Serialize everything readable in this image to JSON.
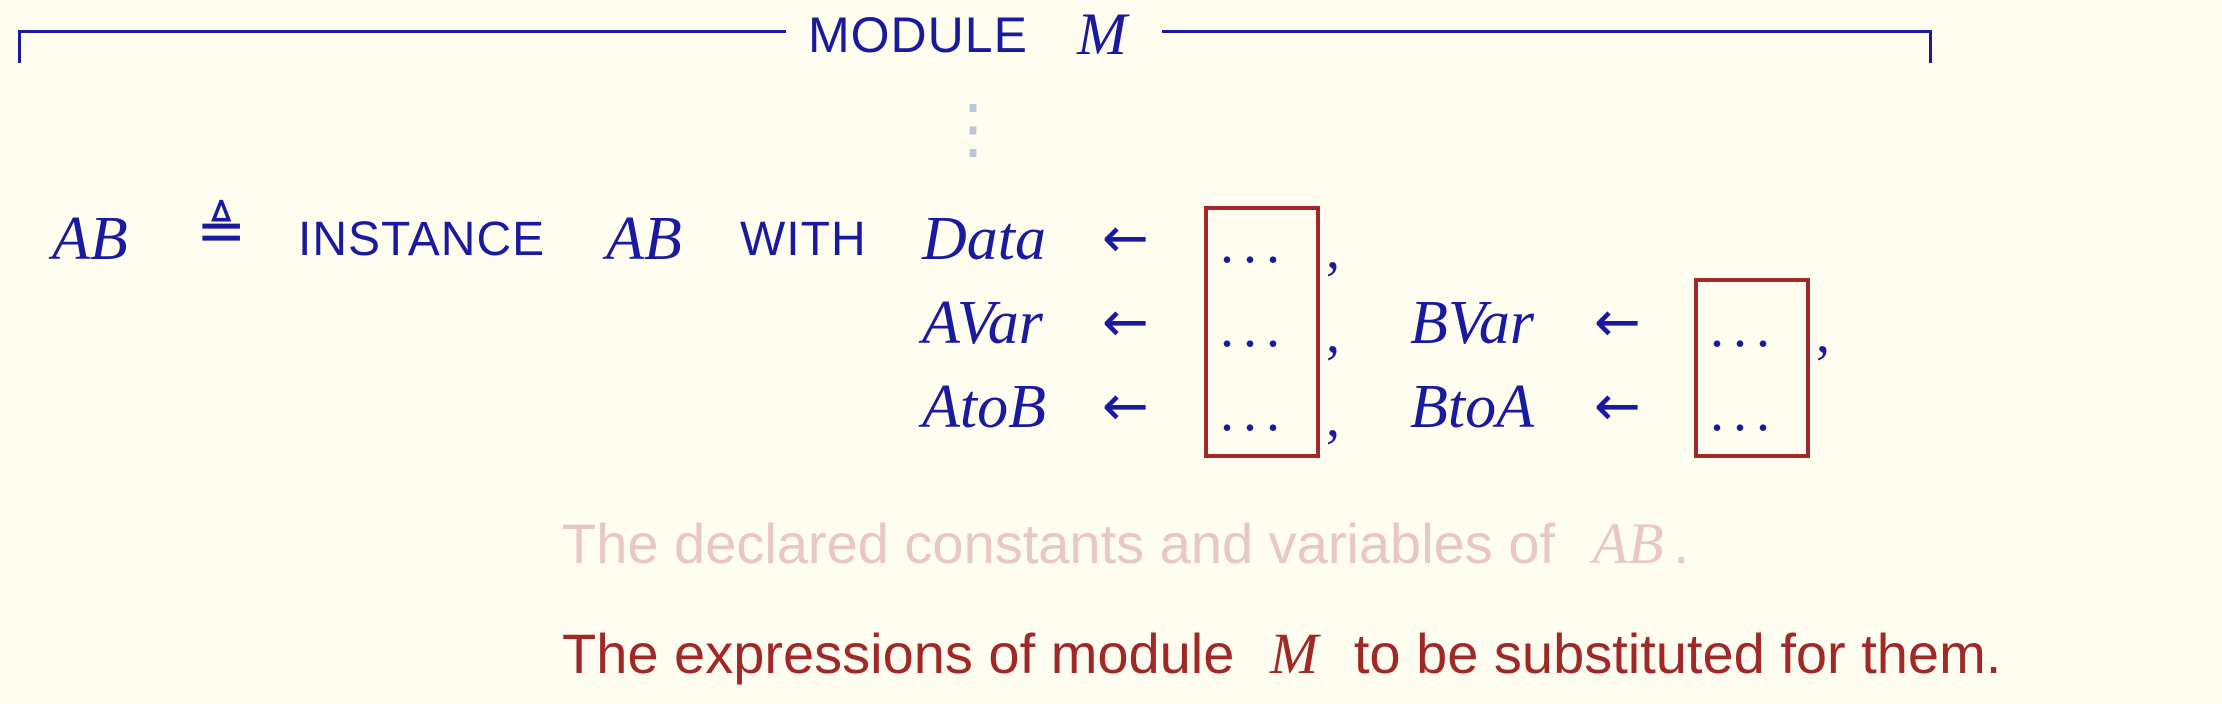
{
  "header": {
    "keyword": "MODULE",
    "module_name": "M"
  },
  "vertical_ellipsis": "⋮",
  "definition": {
    "lhs": "AB",
    "def_symbol": "≜",
    "instance_kw": "INSTANCE",
    "instance_name": "AB",
    "with_kw": "WITH",
    "arrow": "←",
    "placeholder": "...",
    "comma": ",",
    "substitutions": [
      "Data",
      "AVar",
      "BVar",
      "AtoB",
      "BtoA"
    ]
  },
  "annotations": {
    "faded_text": "The declared constants and variables of",
    "faded_name": "AB",
    "faded_period": ".",
    "main_prefix": "The expressions of module",
    "main_name": "M",
    "main_suffix": "to be substituted for them."
  },
  "colors": {
    "background": "#fefdef",
    "math_blue": "#1a1aa0",
    "highlight_red": "#a02828",
    "faded_text": "#e8c8c0",
    "annotation_red": "#a02828",
    "ellipsis_gray": "#c0c4d8"
  }
}
